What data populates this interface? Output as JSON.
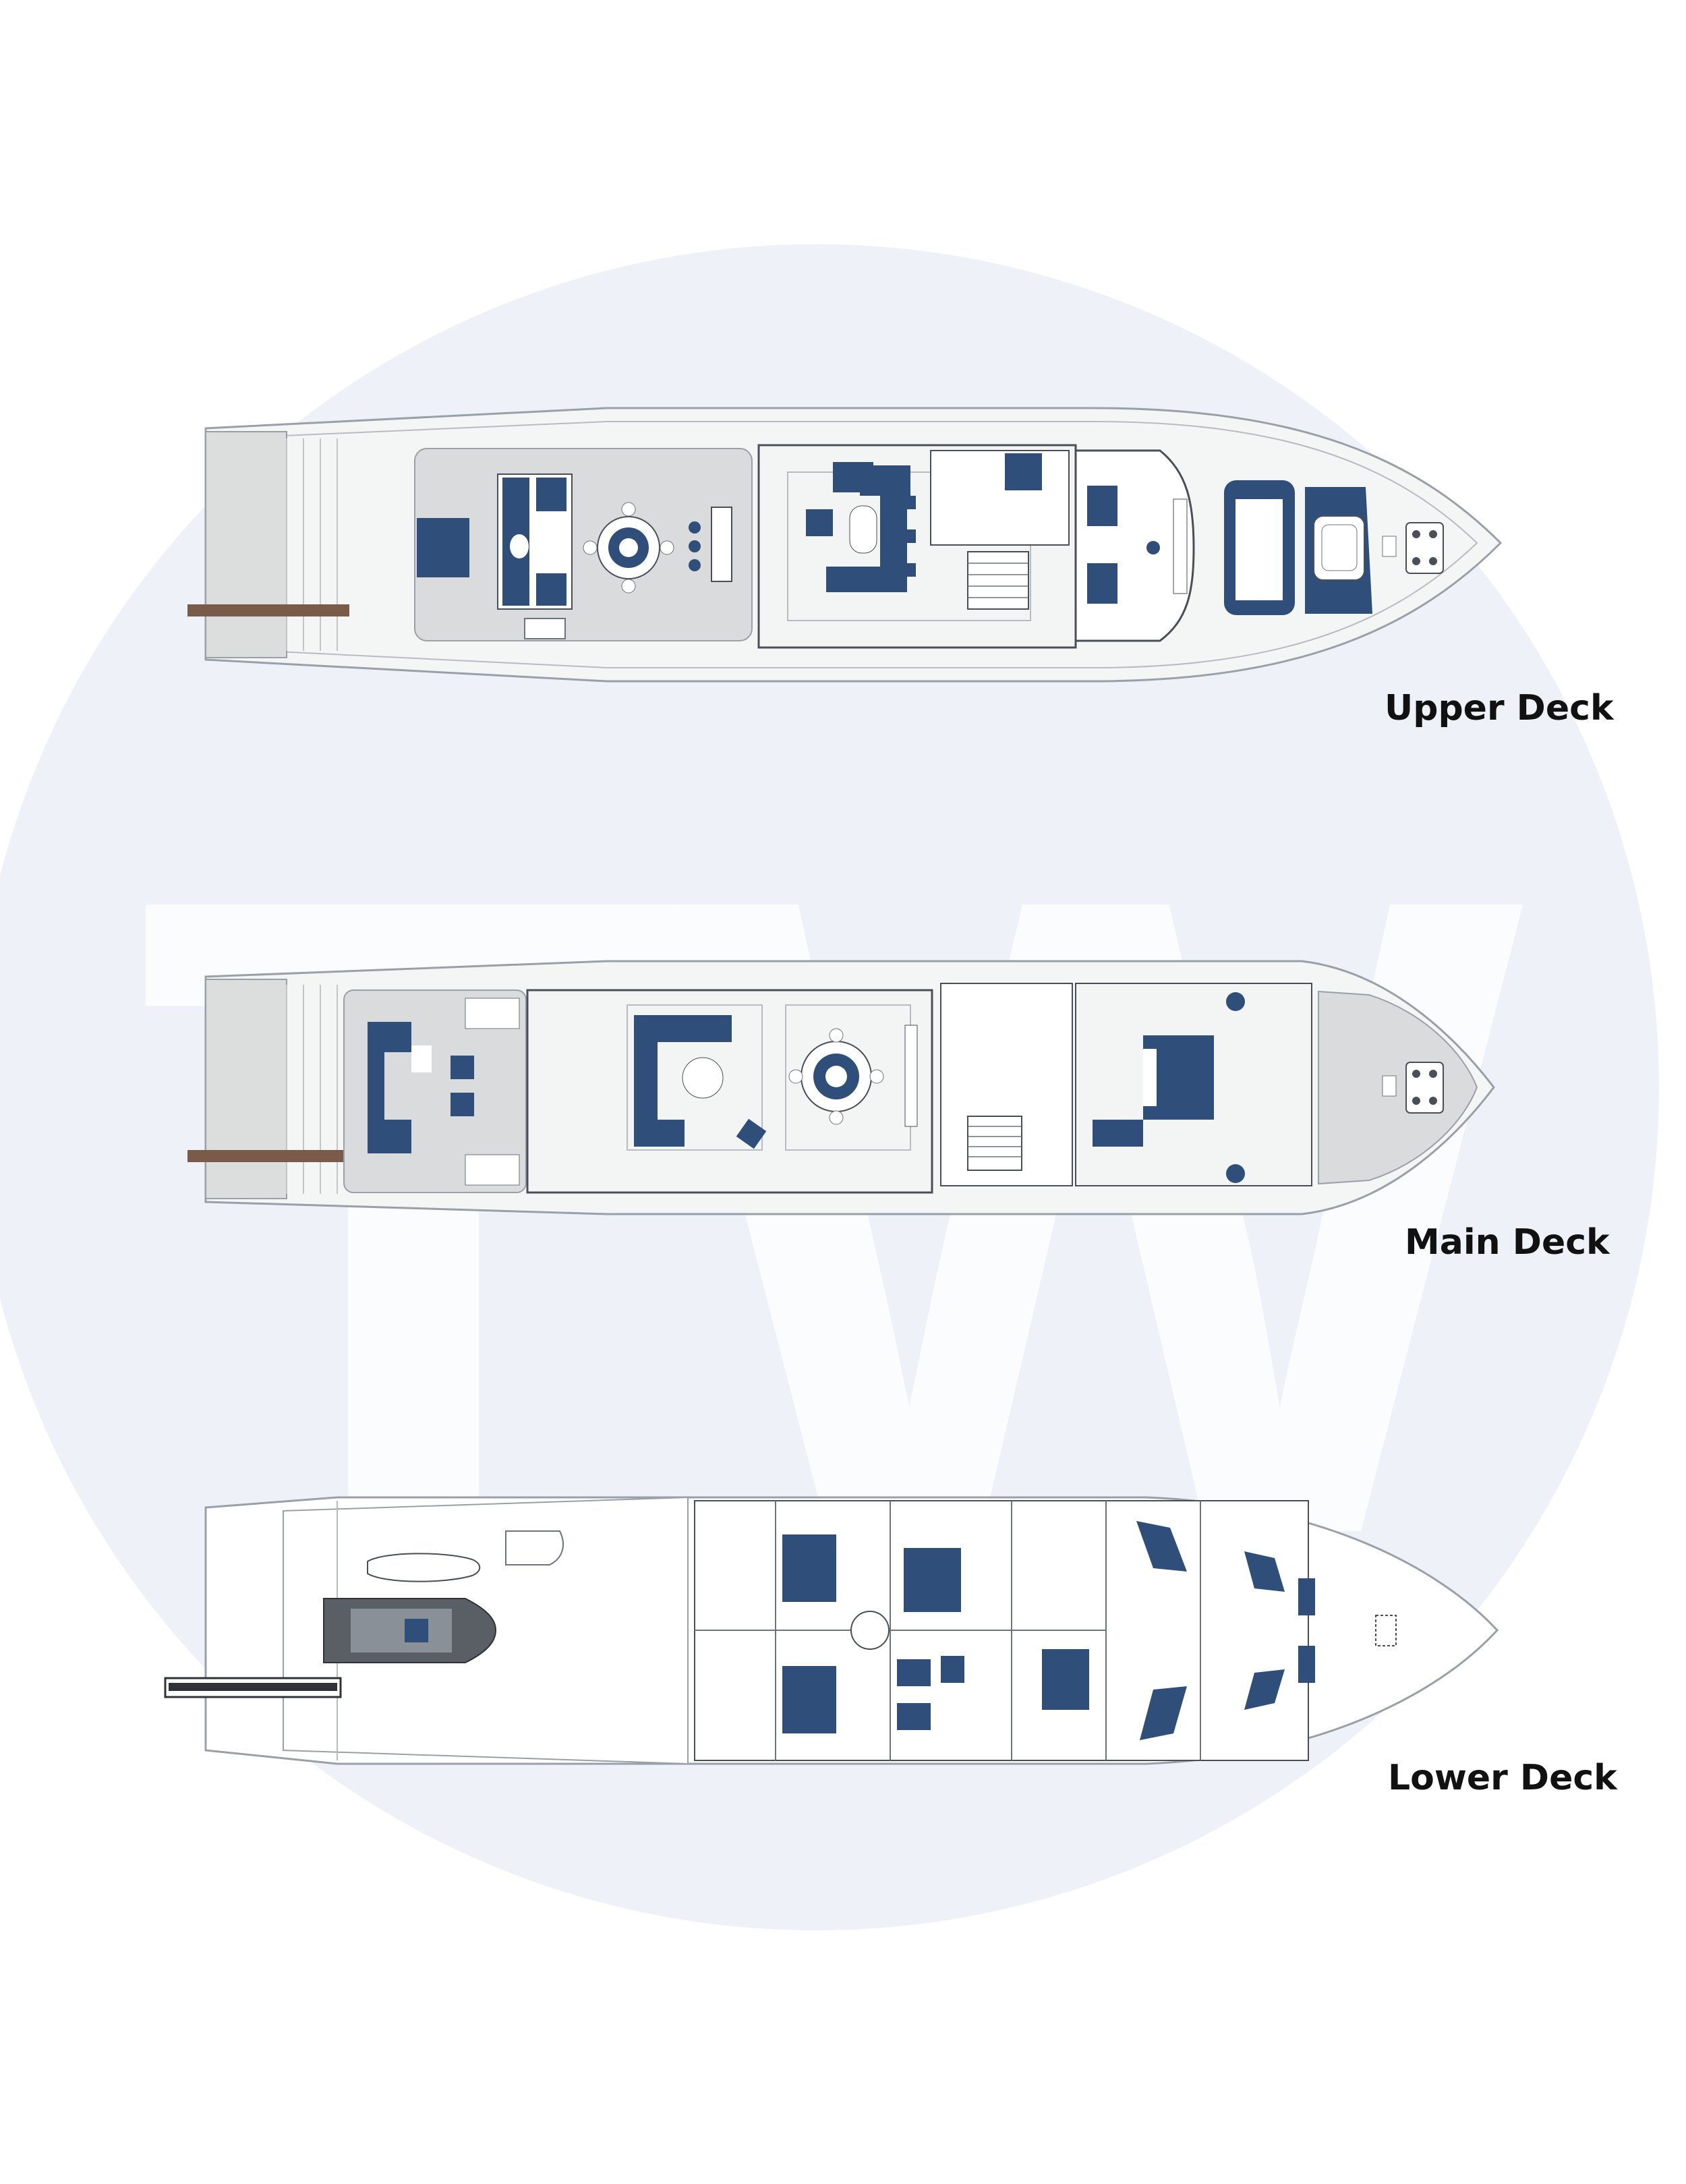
{
  "watermark": {
    "letters": "TW",
    "circle_color": "#eef1f8",
    "letter_color": "#fbfcfe"
  },
  "colors": {
    "hull_line": "#9aa0a8",
    "deck_teak": "#d8dadb",
    "interior": "#f3f4f4",
    "furniture_blue": "#2f4f7a",
    "gangway_brown": "#7a5a48",
    "line_dark": "#4a4f57"
  },
  "decks": [
    {
      "id": "upper",
      "label": "Upper Deck"
    },
    {
      "id": "main",
      "label": "Main Deck"
    },
    {
      "id": "lower",
      "label": "Lower Deck"
    }
  ]
}
